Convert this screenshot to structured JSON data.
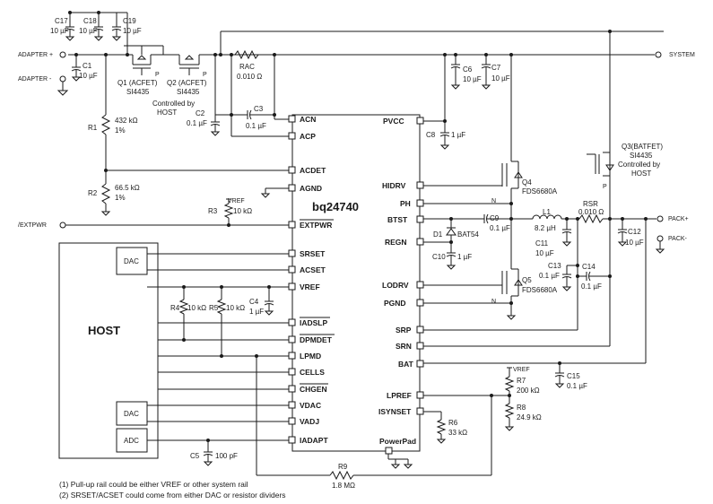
{
  "chip": {
    "name": "bq24740",
    "left_pins": [
      "ACN",
      "ACP",
      "ACDET",
      "AGND",
      "EXTPWR",
      "SRSET",
      "ACSET",
      "VREF",
      "IADSLP",
      "DPMDET",
      "LPMD",
      "CELLS",
      "CHGEN",
      "VDAC",
      "VADJ",
      "IADAPT"
    ],
    "right_pins": [
      "PVCC",
      "HIDRV",
      "PH",
      "BTST",
      "REGN",
      "LODRV",
      "PGND",
      "SRP",
      "SRN",
      "BAT",
      "LPREF",
      "ISYNSET"
    ],
    "powerpad": "PowerPad"
  },
  "host": {
    "title": "HOST",
    "blocks": [
      "DAC",
      "DAC",
      "ADC"
    ]
  },
  "nets": {
    "adapter_plus": "ADAPTER +",
    "adapter_minus": "ADAPTER -",
    "extpwr": "/EXTPWR",
    "system": "SYSTEM",
    "pack_plus": "PACK+",
    "pack_minus": "PACK-"
  },
  "components": {
    "c17": [
      "C17",
      "10 µF"
    ],
    "c18": [
      "C18",
      "10 µF"
    ],
    "c19": [
      "C19",
      "10 µF"
    ],
    "c1": [
      "C1",
      "10 µF"
    ],
    "q1": [
      "Q1 (ACFET)",
      "SI4435"
    ],
    "q2": [
      "Q2 (ACFET)",
      "SI4435"
    ],
    "host_ctrl": [
      "Controlled by",
      "HOST"
    ],
    "rac": [
      "RAC",
      "0.010 Ω"
    ],
    "c6": [
      "C6",
      "10 µF"
    ],
    "c7": [
      "C7",
      "10 µF"
    ],
    "r1": [
      "R1",
      "432 kΩ",
      "1%"
    ],
    "r2": [
      "R2",
      "66.5 kΩ",
      "1%"
    ],
    "c2": [
      "C2",
      "0.1 µF"
    ],
    "c3": [
      "C3",
      "0.1 µF"
    ],
    "c8": [
      "C8",
      "1 µF"
    ],
    "q3": [
      "Q3(BATFET)",
      "SI4435",
      "Controlled by",
      "HOST"
    ],
    "q4": [
      "Q4",
      "FDS6680A"
    ],
    "q5": [
      "Q5",
      "FDS6680A"
    ],
    "r3": [
      "R3",
      "10 kΩ"
    ],
    "vref": "VREF",
    "c9": [
      "C9",
      "0.1 µF"
    ],
    "d1": [
      "D1",
      "BAT54"
    ],
    "l1": [
      "L1",
      "8.2 µH"
    ],
    "rsr": [
      "RSR",
      "0.010 Ω"
    ],
    "c11": [
      "C11",
      "10 µF"
    ],
    "c12": [
      "C12",
      "10 µF"
    ],
    "c10": [
      "C10",
      "1 µF"
    ],
    "c13": [
      "C13",
      "0.1 µF"
    ],
    "c14": [
      "C14",
      "0.1 µF"
    ],
    "r4": [
      "R4",
      "10 kΩ"
    ],
    "r5": [
      "R5",
      "10 kΩ"
    ],
    "c4": [
      "C4",
      "1 µF"
    ],
    "c15": [
      "C15",
      "0.1 µF"
    ],
    "r7": [
      "R7",
      "200 kΩ"
    ],
    "r8": [
      "R8",
      "24.9 kΩ"
    ],
    "r6": [
      "R6",
      "33 kΩ"
    ],
    "c5": [
      "C5",
      "100 pF"
    ],
    "r9": [
      "R9",
      "1.8 MΩ"
    ],
    "p_mark": "P",
    "n_mark": "N"
  },
  "notes": [
    "(1) Pull-up rail could be either VREF or other system rail",
    "(2) SRSET/ACSET could come from either DAC or resistor dividers"
  ]
}
